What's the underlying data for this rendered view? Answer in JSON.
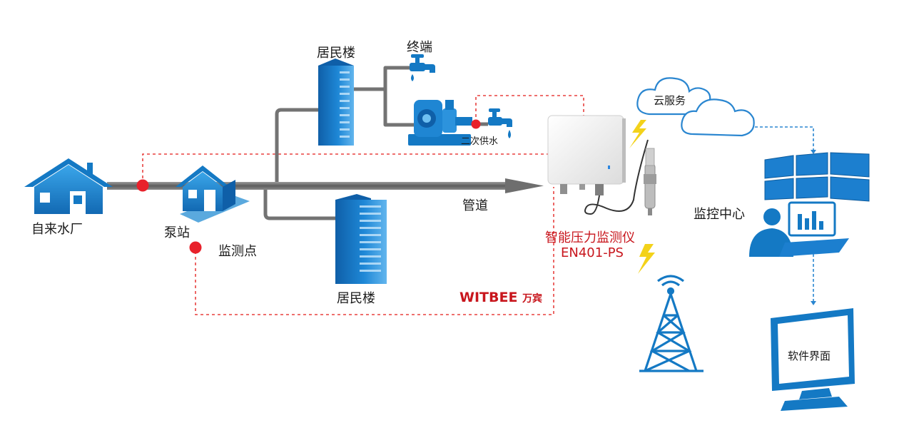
{
  "labels": {
    "water_plant": "自来水厂",
    "pump_station": "泵站",
    "monitor_point": "监测点",
    "building_top": "居民楼",
    "building_bottom": "居民楼",
    "terminal": "终端",
    "secondary_supply": "二次供水",
    "pipeline": "管道",
    "device_name": "智能压力监测仪",
    "device_model": "EN401-PS",
    "cloud_service": "云服务",
    "monitor_center": "监控中心",
    "software_ui": "软件界面",
    "brand_en": "WITBEE",
    "brand_cn": "万宾"
  },
  "colors": {
    "pipe": "#6b6b6b",
    "icon_blue": "#1479c4",
    "icon_light": "#3fa0e0",
    "signal_red": "#e8212b",
    "brand_red": "#c8161d",
    "lightning": "#f3d21a",
    "cloud_line": "#2a86d0"
  }
}
